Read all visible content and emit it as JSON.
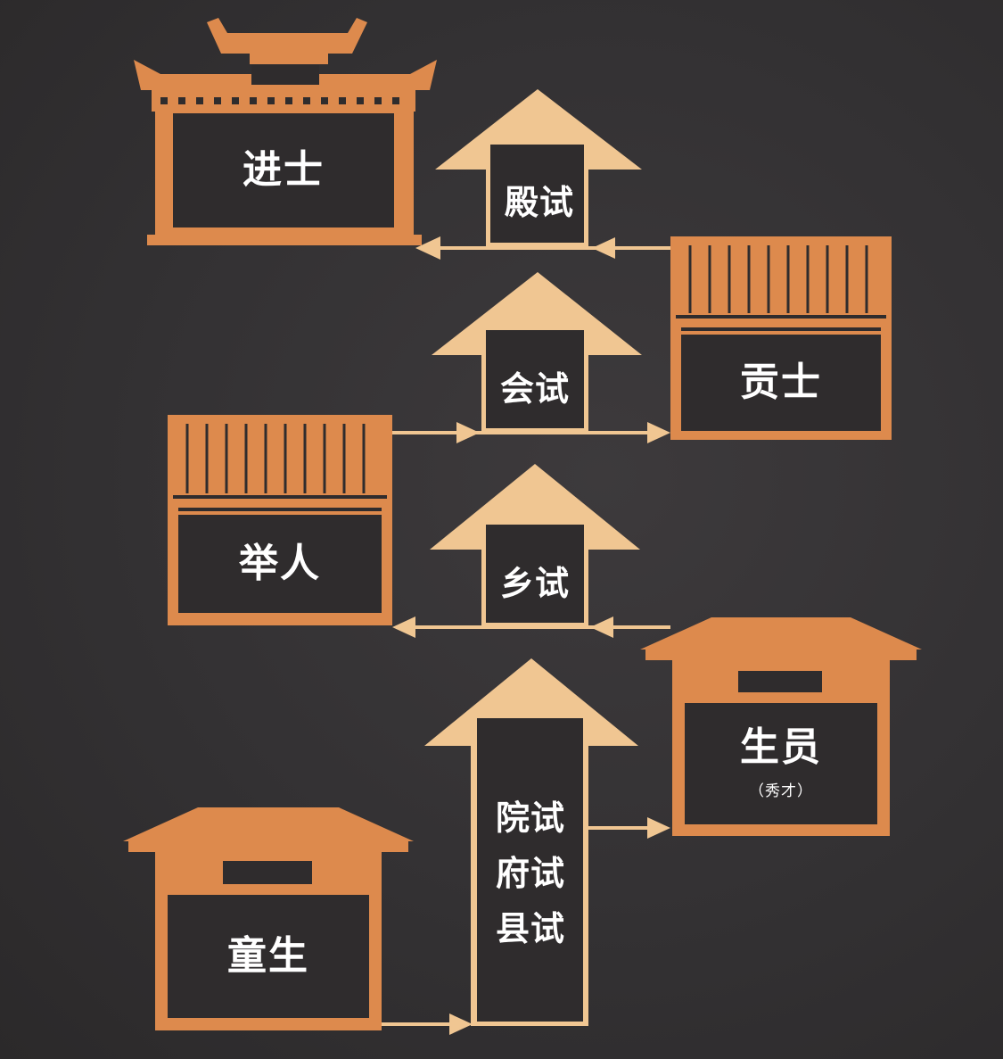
{
  "colors": {
    "background": "#333133",
    "building": "#dd8a4d",
    "building_dark": "#2f2c2d",
    "arrow": "#f0c692",
    "connector": "#f0c692"
  },
  "ranks": {
    "jinshi": {
      "title": "进士",
      "icon": "palace-icon"
    },
    "gongshi": {
      "title": "贡士",
      "icon": "columned-hall-icon"
    },
    "juren": {
      "title": "举人",
      "icon": "columned-hall-icon"
    },
    "shengyuan": {
      "title": "生员",
      "subtitle": "（秀才）",
      "icon": "house-icon"
    },
    "tongsheng": {
      "title": "童生",
      "icon": "house-icon"
    }
  },
  "exams": {
    "dianshi": "殿试",
    "huishi": "会试",
    "xiangshi": "乡试",
    "county_level": [
      "院试",
      "府试",
      "县试"
    ]
  }
}
